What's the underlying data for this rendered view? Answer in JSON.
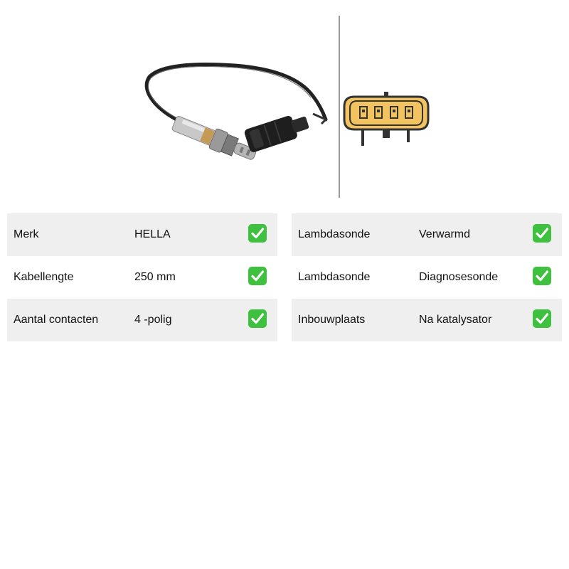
{
  "colors": {
    "row_shade": "#efefef",
    "check_green": "#3ec13e",
    "connector_yellow": "#f3c35f"
  },
  "product_image": {
    "icons": [
      "lambda-sensor-photo",
      "connector-pinout-icon"
    ]
  },
  "specs_left": [
    {
      "label": "Merk",
      "value": "HELLA",
      "icon": "check-icon"
    },
    {
      "label": "Kabellengte",
      "value": "250 mm",
      "icon": "check-icon"
    },
    {
      "label": "Aantal contacten",
      "value": "4 -polig",
      "icon": "check-icon"
    }
  ],
  "specs_right": [
    {
      "label": "Lambdasonde",
      "value": "Verwarmd",
      "icon": "check-icon"
    },
    {
      "label": "Lambdasonde",
      "value": "Diagnosesonde",
      "icon": "check-icon"
    },
    {
      "label": "Inbouwplaats",
      "value": "Na katalysator",
      "icon": "check-icon"
    }
  ]
}
